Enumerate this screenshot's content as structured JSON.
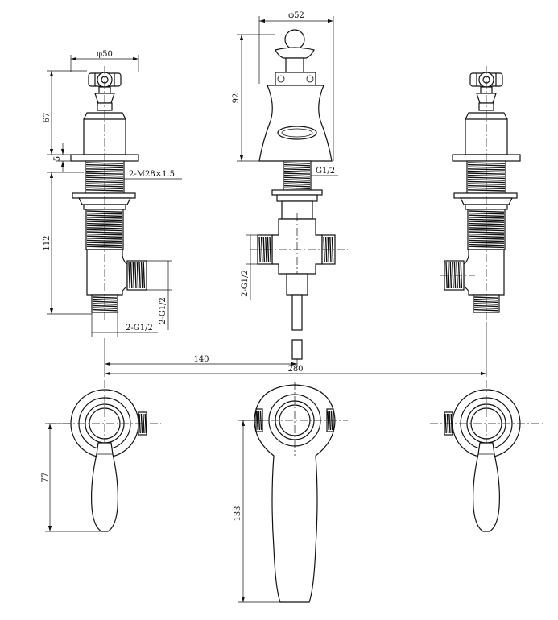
{
  "dimensions": {
    "dia_50": "φ50",
    "dia_52": "φ52",
    "height_67": "67",
    "height_5": "5",
    "height_92": "92",
    "thread_m28": "2-M28×1.5",
    "thread_g12_spout": "G1/2",
    "height_112": "112",
    "thread_g12_left_side": "2-G1/2",
    "thread_g12_left_bottom": "2-G1/2",
    "thread_g12_center": "2-G1/2",
    "span_140": "140",
    "span_280": "280",
    "depth_77": "77",
    "depth_133": "133"
  },
  "colors": {
    "line": "#111111",
    "background": "#ffffff"
  }
}
